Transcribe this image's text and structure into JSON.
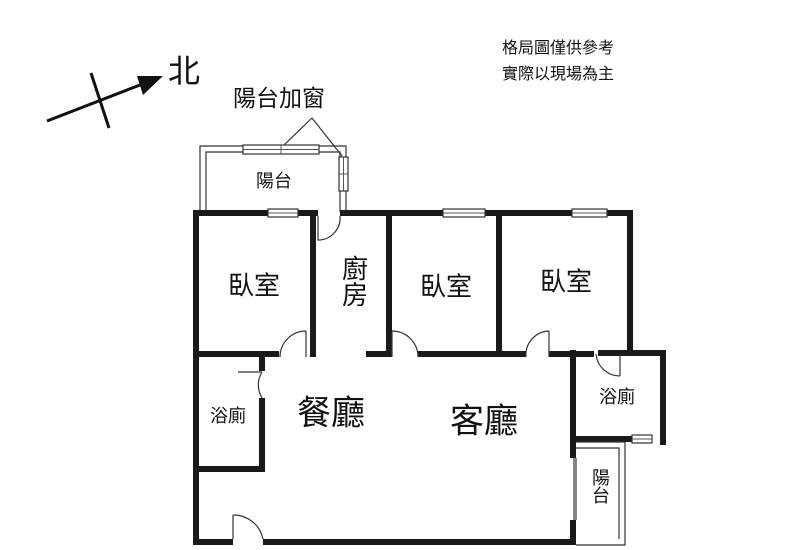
{
  "compass": {
    "label": "北"
  },
  "notes": [
    "格局圖僅供參考",
    "實際以現場為主"
  ],
  "annotations": {
    "balcony_window": "陽台加窗"
  },
  "rooms": {
    "balcony_top": "陽台",
    "bedroom_1": "臥室",
    "kitchen": "廚房",
    "bedroom_2": "臥室",
    "bedroom_3": "臥室",
    "bathroom_left": "浴廁",
    "dining": "餐廳",
    "living": "客廳",
    "bathroom_right": "浴廁",
    "balcony_right": "陽台"
  },
  "colors": {
    "wall": "#1a1a1a",
    "line": "#333333",
    "background": "#ffffff"
  }
}
